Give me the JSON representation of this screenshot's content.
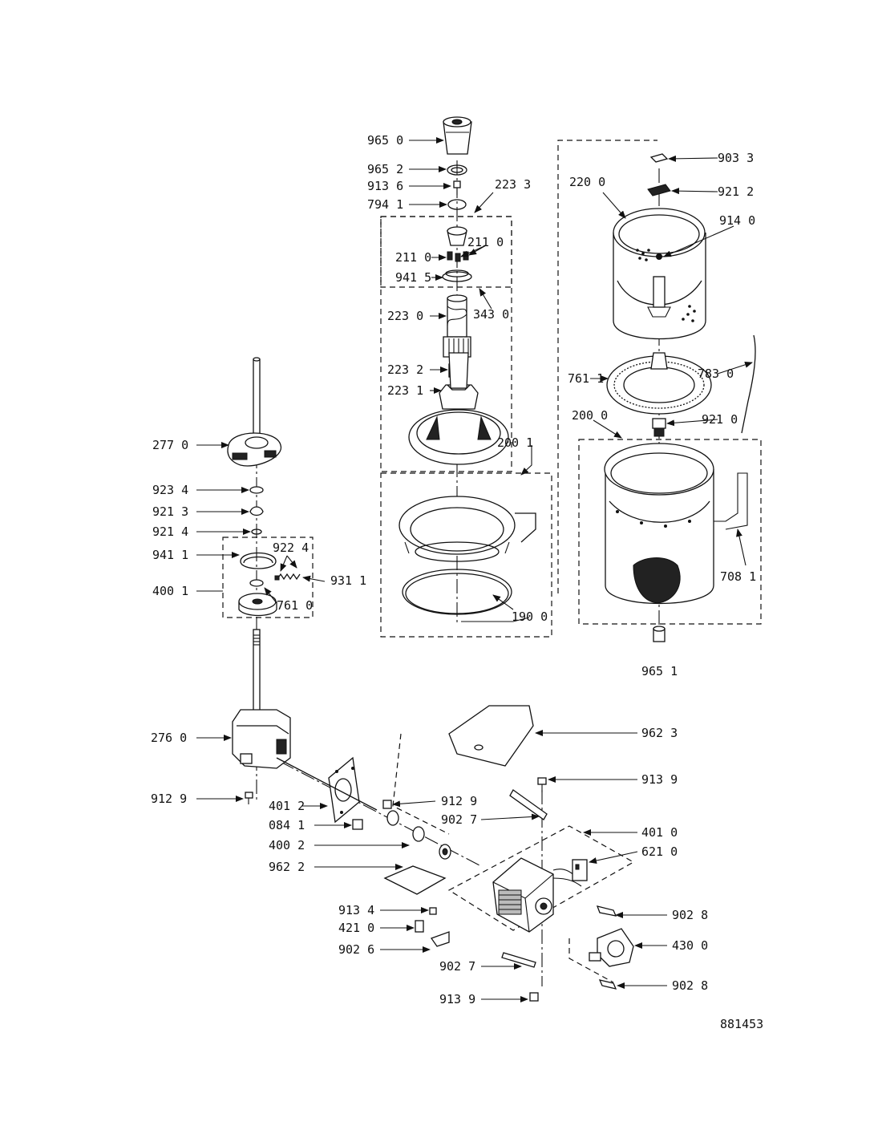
{
  "document_id": "881453",
  "callouts": {
    "c9650": "965 0",
    "c9652": "965 2",
    "c9136": "913 6",
    "c7941": "794 1",
    "c2233": "223 3",
    "c2110a": "211 0",
    "c2110b": "211 0",
    "c9415": "941 5",
    "c3430": "343 0",
    "c2230": "223 0",
    "c2232": "223 2",
    "c2231": "223 1",
    "c2001": "200 1",
    "c1900": "190 0",
    "c9033": "903 3",
    "c2200": "220 0",
    "c9212": "921 2",
    "c9140": "914 0",
    "c7611": "761 1",
    "c7830": "783 0",
    "c2000": "200 0",
    "c9210": "921 0",
    "c7081": "708 1",
    "c9651": "965 1",
    "c2770": "277 0",
    "c9234": "923 4",
    "c9213": "921 3",
    "c9214": "921 4",
    "c9224": "922 4",
    "c9411": "941 1",
    "c9311": "931 1",
    "c4001": "400 1",
    "c7610": "761 0",
    "c2760": "276 0",
    "c9129a": "912 9",
    "c4012": "401 2",
    "c9129b": "912 9",
    "c0841": "084 1",
    "c9027a": "902 7",
    "c4002": "400 2",
    "c9622": "962 2",
    "c9623": "962 3",
    "c9139a": "913 9",
    "c4010": "401 0",
    "c6210": "621 0",
    "c9134": "913 4",
    "c4210": "421 0",
    "c9026": "902 6",
    "c9028a": "902 8",
    "c4300": "430 0",
    "c9027b": "902 7",
    "c9028b": "902 8",
    "c9139b": "913 9"
  }
}
